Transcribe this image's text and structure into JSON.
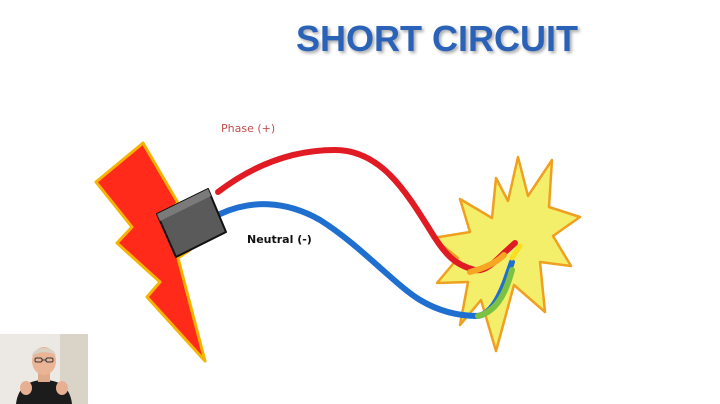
{
  "slide": {
    "title": "SHORT CIRCUIT"
  },
  "diagram": {
    "labels": {
      "phase": "Phase (+)",
      "neutral": "Neutral (-)"
    },
    "icons": [
      "lightning-bolt-icon",
      "spark-burst-icon",
      "plug-connector-icon"
    ]
  },
  "colors": {
    "title": "#2a62b8",
    "phase_wire": "#e01b24",
    "neutral_wire": "#1f6fd1",
    "bolt_fill": "#ff2a1a",
    "bolt_outline": "#f4b400",
    "spark_fill": "#f3ef6a",
    "spark_outline": "#f0a020"
  },
  "webcam": {
    "description": "presenter-video-thumbnail"
  }
}
